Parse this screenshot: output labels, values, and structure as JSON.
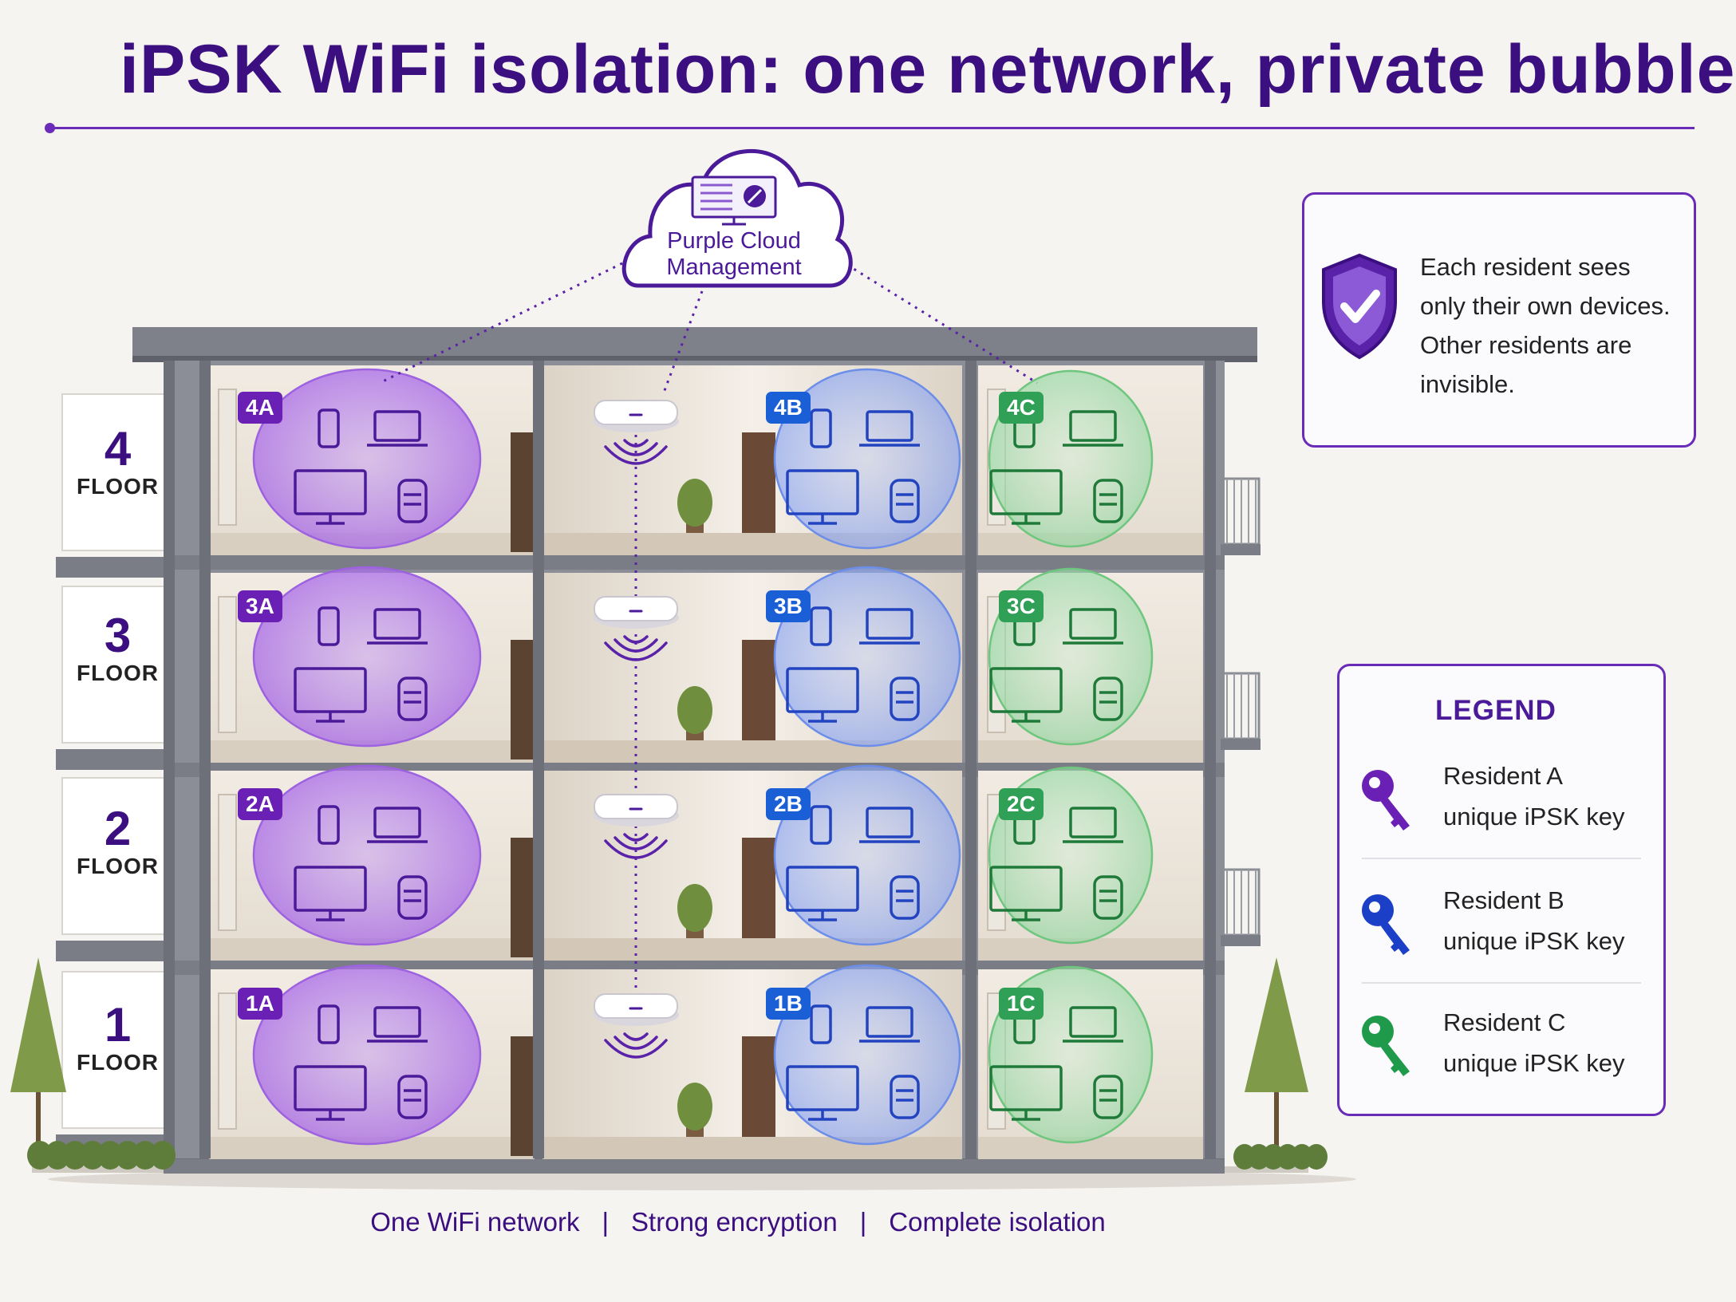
{
  "title": "iPSK WiFi isolation: one network, private bubbles",
  "cloud": {
    "line1": "Purple Cloud",
    "line2": "Management"
  },
  "floors": [
    {
      "num": "4",
      "word": "FLOOR"
    },
    {
      "num": "3",
      "word": "FLOOR"
    },
    {
      "num": "2",
      "word": "FLOOR"
    },
    {
      "num": "1",
      "word": "FLOOR"
    }
  ],
  "units": [
    [
      "4A",
      "4B",
      "4C"
    ],
    [
      "3A",
      "3B",
      "3C"
    ],
    [
      "2A",
      "2B",
      "2C"
    ],
    [
      "1A",
      "1B",
      "1C"
    ]
  ],
  "info_panel": {
    "icon": "shield-check-icon",
    "lines": [
      "Each resident sees",
      "only their own devices.",
      "Other residents are",
      "invisible."
    ]
  },
  "legend": {
    "title": "LEGEND",
    "items": [
      {
        "icon": "key-icon",
        "color": "#6a1fb5",
        "line1": "Resident A",
        "line2": "unique iPSK key"
      },
      {
        "icon": "key-icon",
        "color": "#1b3fc6",
        "line1": "Resident B",
        "line2": "unique iPSK key"
      },
      {
        "icon": "key-icon",
        "color": "#1f9a4a",
        "line1": "Resident C",
        "line2": "unique iPSK key"
      }
    ]
  },
  "footer": {
    "items": [
      "One WiFi network",
      "Strong encryption",
      "Complete isolation"
    ]
  },
  "colors": {
    "resident_a": "#8a3fd6",
    "resident_b": "#2f5fe0",
    "resident_c": "#2fa055",
    "accent": "#4a1a99"
  }
}
